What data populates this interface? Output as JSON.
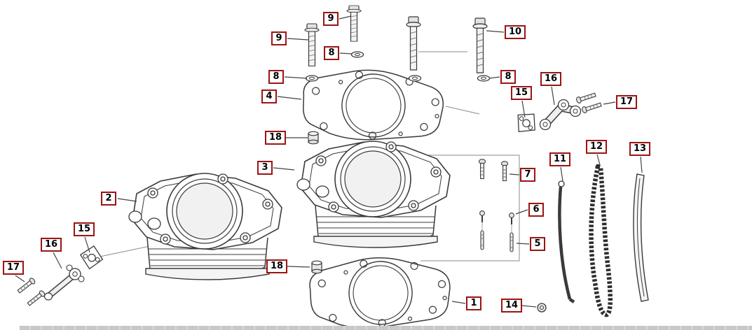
{
  "style": {
    "background": "#ffffff",
    "line_color": "#3a3a3a",
    "callout_border_color": "#9b1414",
    "callout_text_color": "#000000",
    "bottom_strip_color": "#c8c8c8"
  },
  "callouts": {
    "c1": {
      "text": "1"
    },
    "c2": {
      "text": "2"
    },
    "c3": {
      "text": "3"
    },
    "c4": {
      "text": "4"
    },
    "c5": {
      "text": "5"
    },
    "c6": {
      "text": "6"
    },
    "c7": {
      "text": "7"
    },
    "c8_top": {
      "text": "8"
    },
    "c8_left": {
      "text": "8"
    },
    "c8_right": {
      "text": "8"
    },
    "c9_top": {
      "text": "9"
    },
    "c9_left": {
      "text": "9"
    },
    "c10": {
      "text": "10"
    },
    "c11": {
      "text": "11"
    },
    "c12": {
      "text": "12"
    },
    "c13": {
      "text": "13"
    },
    "c14": {
      "text": "14"
    },
    "c15_right": {
      "text": "15"
    },
    "c15_left": {
      "text": "15"
    },
    "c16_right": {
      "text": "16"
    },
    "c16_left": {
      "text": "16"
    },
    "c17_right": {
      "text": "17"
    },
    "c17_left": {
      "text": "17"
    },
    "c18_top": {
      "text": "18"
    },
    "c18_bottom": {
      "text": "18"
    }
  }
}
